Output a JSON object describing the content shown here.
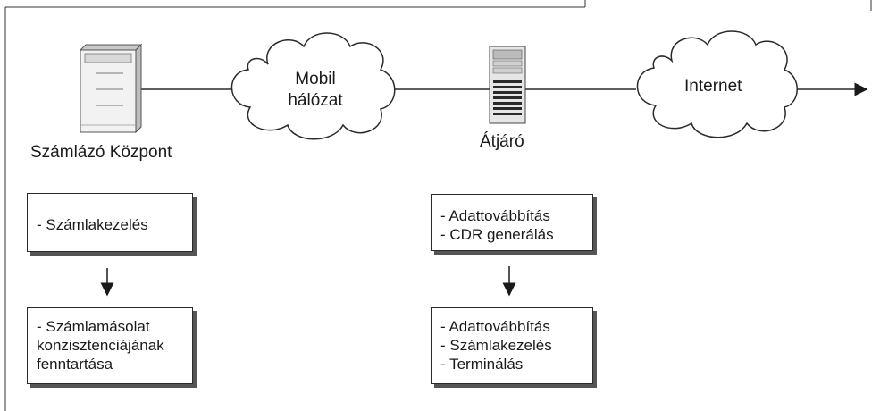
{
  "nodes": {
    "billing_center": {
      "label": "Számlázó Központ",
      "icon": "server-icon"
    },
    "mobile_network": {
      "label_lines": [
        "Mobil",
        "hálózat"
      ],
      "icon": "cloud-icon"
    },
    "gateway": {
      "label": "Átjáró",
      "icon": "server-tower-icon"
    },
    "internet": {
      "label": "Internet",
      "icon": "cloud-icon"
    }
  },
  "billing_boxes": {
    "top": {
      "lines": [
        "- Számlakezelés"
      ]
    },
    "bottom": {
      "lines": [
        "- Számlamásolat",
        "konzisztenciájának",
        "fenntartása"
      ]
    }
  },
  "gateway_boxes": {
    "top": {
      "lines": [
        "- Adattovábbítás",
        "- CDR generálás"
      ]
    },
    "bottom": {
      "lines": [
        "- Adattovábbítás",
        "- Számlakezelés",
        "- Terminálás"
      ]
    }
  },
  "colors": {
    "line": "#2a2a2a",
    "shadow": "#555555",
    "background": "#ffffff"
  }
}
